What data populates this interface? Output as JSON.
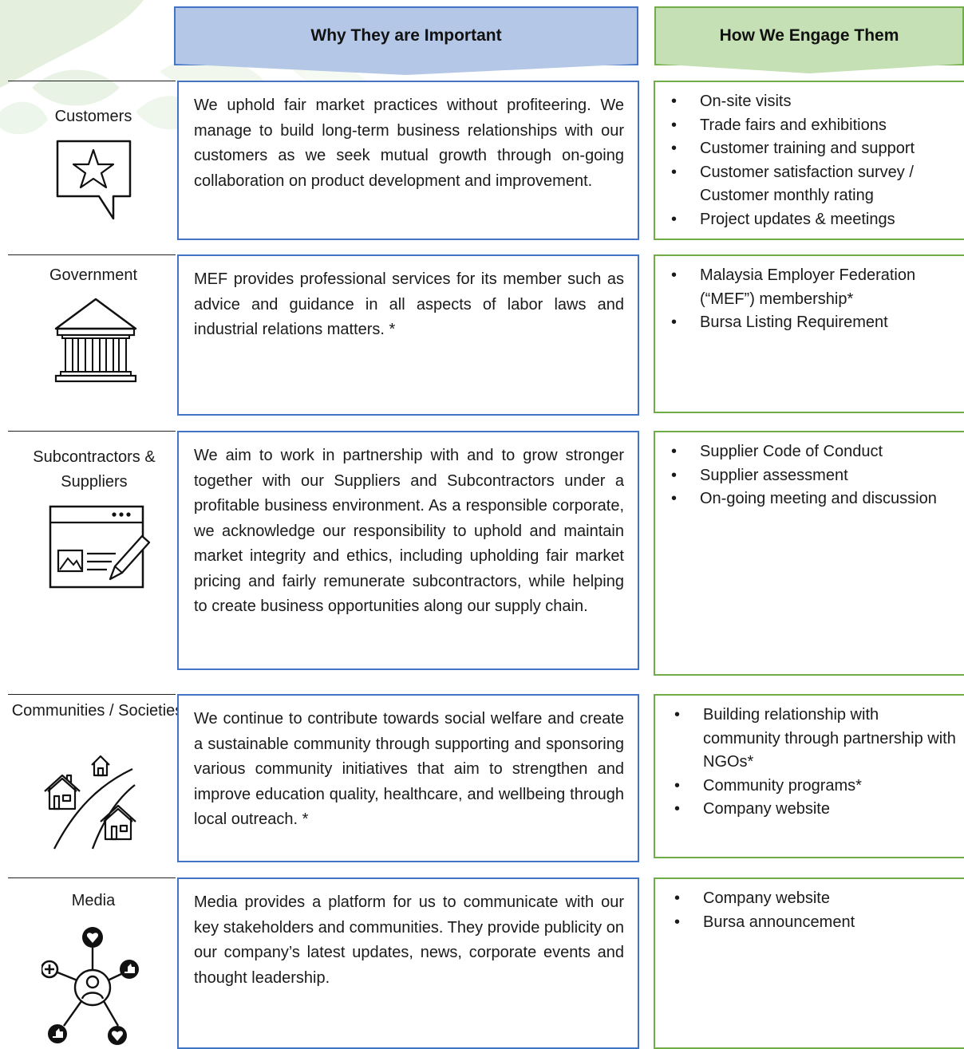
{
  "headers": {
    "why": "Why They are Important",
    "how": "How We Engage Them"
  },
  "rows": [
    {
      "label": "Customers",
      "icon": "star-speech-bubble-icon",
      "why": "We uphold fair market practices without profiteering. We manage to build long-term business relationships with our customers as we seek mutual growth through on-going collaboration on product development and improvement.",
      "how": [
        "On-site visits",
        "Trade fairs and exhibitions",
        "Customer training and support",
        "Customer satisfaction survey / Customer monthly rating",
        "Project updates & meetings"
      ]
    },
    {
      "label": "Government",
      "icon": "government-building-icon",
      "why": "MEF provides professional services for its member such as advice and guidance in all aspects of labor laws and industrial relations matters. *",
      "how": [
        "Malaysia Employer Federation (“MEF”) membership*",
        "Bursa Listing Requirement"
      ]
    },
    {
      "label": "Subcontractors & Suppliers",
      "icon": "browser-document-pen-icon",
      "why": "We aim to work in partnership with and to grow stronger together with our Suppliers and Subcontractors under a profitable business environment. As a responsible corporate, we acknowledge our responsibility to uphold and maintain market integrity and ethics, including upholding fair market pricing and fairly remunerate subcontractors, while helping to create business opportunities along our supply chain.",
      "how": [
        "Supplier Code of Conduct",
        "Supplier assessment",
        "On-going meeting and discussion"
      ]
    },
    {
      "label": "Communities / Societies",
      "icon": "houses-road-icon",
      "why": "We continue to contribute towards social welfare and create a sustainable community through supporting and sponsoring various community initiatives that aim to strengthen and improve education quality, healthcare, and wellbeing through local outreach. *",
      "how": [
        "Building relationship with community through partnership with NGOs*",
        "Community programs*",
        "Company website"
      ]
    },
    {
      "label": "Media",
      "icon": "social-network-icon",
      "why": "Media provides a platform for us to communicate with our key stakeholders and communities. They provide publicity on our company’s latest updates, news, corporate events and thought leadership.",
      "how": [
        "Company website",
        "Bursa announcement"
      ]
    }
  ],
  "colors": {
    "why_border": "#4472c4",
    "why_header_fill": "#b4c7e7",
    "how_border": "#70ad47",
    "how_header_fill": "#c5e0b4"
  }
}
